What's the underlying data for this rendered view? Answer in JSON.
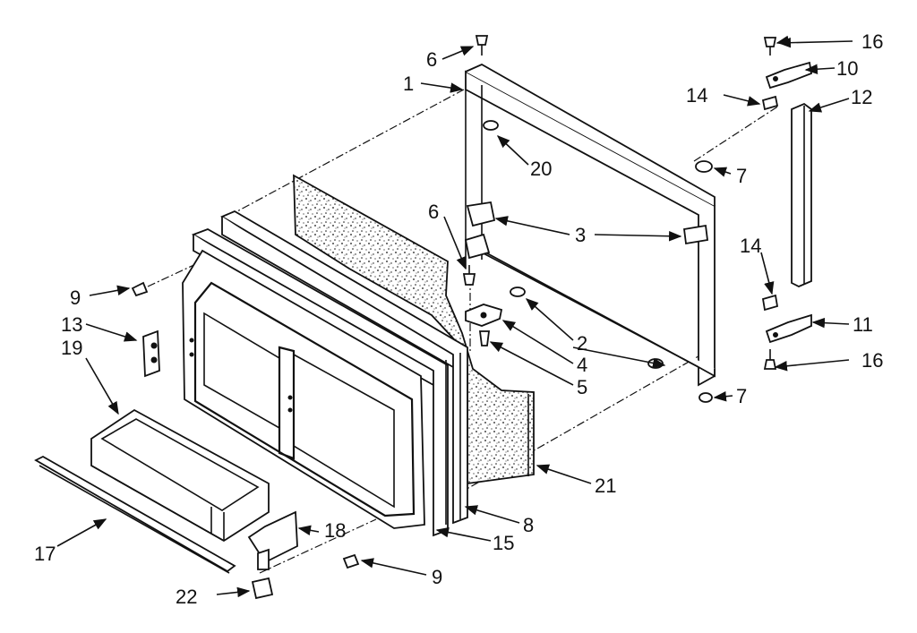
{
  "callouts": [
    {
      "id": "c1",
      "text": "1"
    },
    {
      "id": "c2",
      "text": "2"
    },
    {
      "id": "c3",
      "text": "3"
    },
    {
      "id": "c4",
      "text": "4"
    },
    {
      "id": "c5",
      "text": "5"
    },
    {
      "id": "c6a",
      "text": "6"
    },
    {
      "id": "c6b",
      "text": "6"
    },
    {
      "id": "c7a",
      "text": "7"
    },
    {
      "id": "c7b",
      "text": "7"
    },
    {
      "id": "c8",
      "text": "8"
    },
    {
      "id": "c9a",
      "text": "9"
    },
    {
      "id": "c9b",
      "text": "9"
    },
    {
      "id": "c10",
      "text": "10"
    },
    {
      "id": "c11",
      "text": "11"
    },
    {
      "id": "c12",
      "text": "12"
    },
    {
      "id": "c13",
      "text": "13"
    },
    {
      "id": "c14a",
      "text": "14"
    },
    {
      "id": "c14b",
      "text": "14"
    },
    {
      "id": "c15",
      "text": "15"
    },
    {
      "id": "c16a",
      "text": "16"
    },
    {
      "id": "c16b",
      "text": "16"
    },
    {
      "id": "c17",
      "text": "17"
    },
    {
      "id": "c18",
      "text": "18"
    },
    {
      "id": "c19",
      "text": "19"
    },
    {
      "id": "c20",
      "text": "20"
    },
    {
      "id": "c21",
      "text": "21"
    },
    {
      "id": "c22",
      "text": "22"
    }
  ]
}
